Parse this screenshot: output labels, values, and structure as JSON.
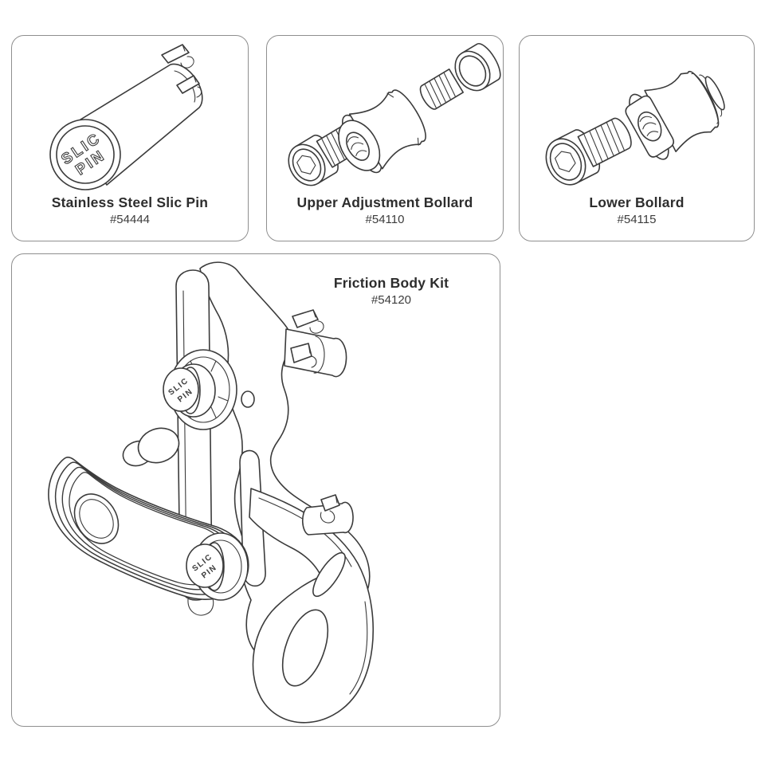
{
  "colors": {
    "line": "#3b3b3b",
    "border": "#8f8f8f",
    "text": "#2d2d2d",
    "background": "#ffffff"
  },
  "parts": [
    {
      "name": "Stainless Steel Slic Pin",
      "part_number": "#54444"
    },
    {
      "name": "Upper Adjustment Bollard",
      "part_number": "#54110"
    },
    {
      "name": "Lower Bollard",
      "part_number": "#54115"
    },
    {
      "name": "Friction Body Kit",
      "part_number": "#54120"
    }
  ],
  "engraving": {
    "line1": "SLIC",
    "line2": "PIN"
  }
}
